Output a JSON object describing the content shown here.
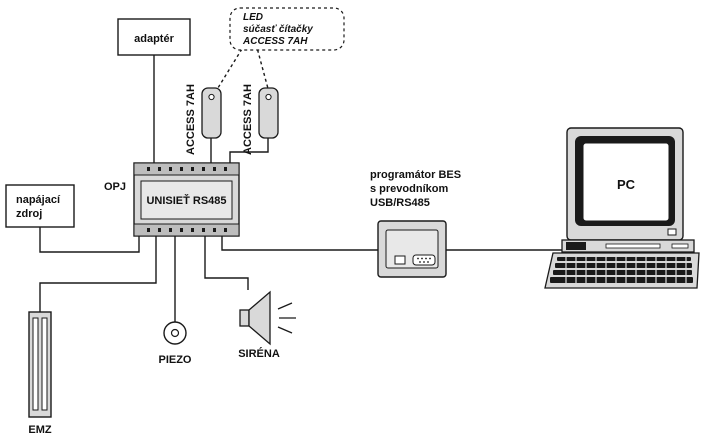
{
  "labels": {
    "adapter": "adaptér",
    "power_line1": "napájací",
    "power_line2": "zdroj",
    "opj": "OPJ",
    "unit": "UNISIEŤ RS485",
    "reader1": "ACCESS 7AH",
    "reader2": "ACCESS 7AH",
    "led_note_line1": "LED",
    "led_note_line2": "súčasť čítačky",
    "led_note_line3": "ACCESS 7AH",
    "programmer_line1": "programátor BES",
    "programmer_line2": "s prevodníkom",
    "programmer_line3": "USB/RS485",
    "pc": "PC",
    "piezo": "PIEZO",
    "siren": "SIRÉNA",
    "emz": "EMZ"
  },
  "colors": {
    "line": "#1a1a1a",
    "device_fill": "#d9d9d9",
    "screen_fill": "#ffffff",
    "panel_fill": "#bdbdbd"
  }
}
